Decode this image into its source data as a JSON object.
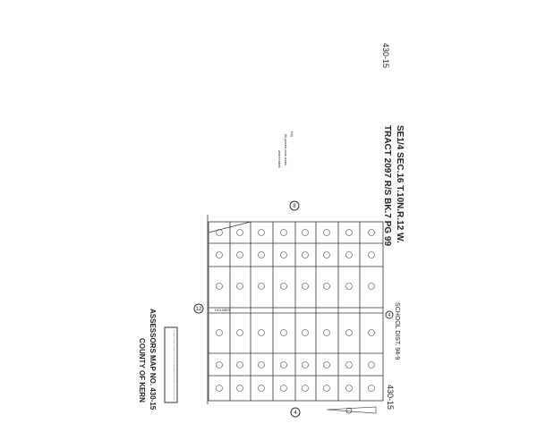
{
  "map": {
    "page_number_top": "430-15",
    "page_number_bottom": "430-15",
    "section_title": "SE1/4 SEC.16 T.10N.R.12 W.",
    "tract_title": "TRACT 2097 R/S BK.7 PG 99",
    "school_district": "SCHOOL DIST. 94-9",
    "assessor_title": "ASSESSORS MAP NO. 430-15",
    "county": "COUNTY OF KERN",
    "note_lines": [
      "N.ly",
      "All parcels zone annot.",
      "where noted"
    ],
    "street_name": "HOLMES",
    "map_circles": [
      "8",
      "12",
      "4",
      "4"
    ],
    "disclaimer": "Note: This map is for assessment purposes only. It is not to be construed as portraying legal ownership or divisions of land for purposes of zoning or subdivision law."
  }
}
